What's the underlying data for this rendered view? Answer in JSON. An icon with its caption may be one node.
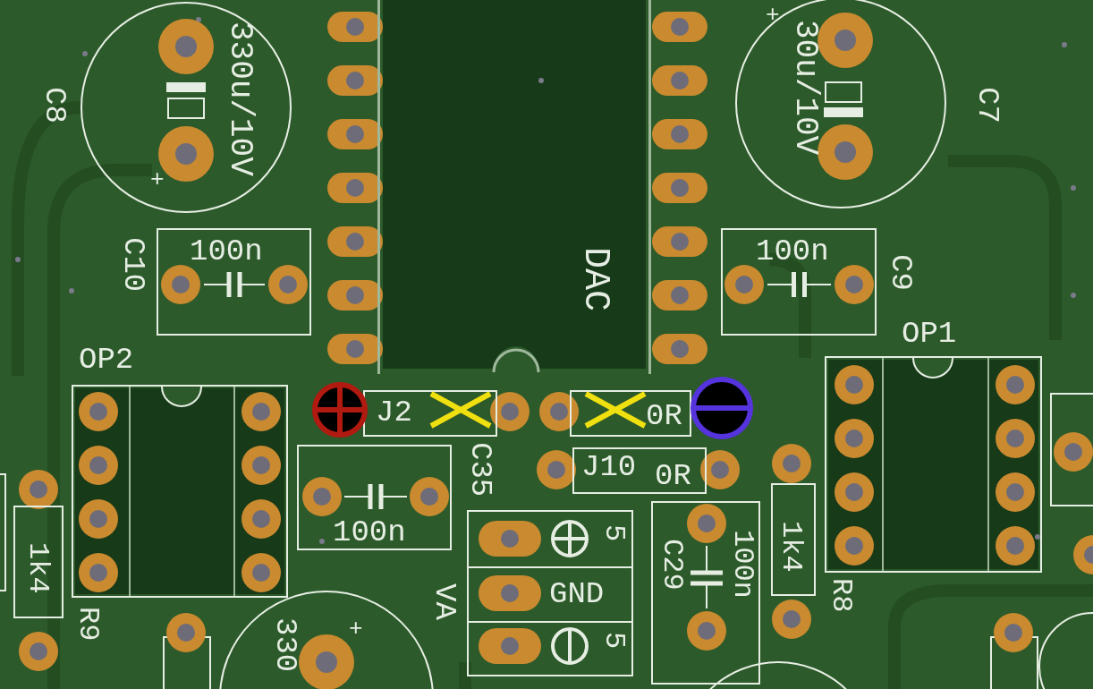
{
  "diagram": {
    "nodes": [
      {
        "text": [
          "C8",
          "330u/10V"
        ]
      },
      {
        "text": [
          "DAC"
        ]
      },
      {
        "text": [
          "C7",
          "30u/10V"
        ]
      },
      {
        "text": [
          "C10",
          "100n"
        ]
      },
      {
        "text": [
          "C9",
          "100n"
        ]
      },
      {
        "text": [
          "OP2"
        ]
      },
      {
        "text": [
          "OP1"
        ]
      },
      {
        "text": [
          "J2"
        ]
      },
      {
        "text": [
          "0R"
        ]
      },
      {
        "text": [
          "C35",
          "100n"
        ]
      },
      {
        "text": [
          "J10",
          "0R"
        ]
      },
      {
        "text": [
          "VA",
          "5",
          "GND",
          "5"
        ]
      },
      {
        "text": [
          "C29",
          "100n"
        ]
      },
      {
        "text": [
          "1k4",
          "R9"
        ]
      },
      {
        "text": [
          "1k4",
          "R8"
        ]
      },
      {
        "text": [
          "330"
        ]
      }
    ],
    "labels": [
      "+",
      "+",
      "+"
    ]
  }
}
